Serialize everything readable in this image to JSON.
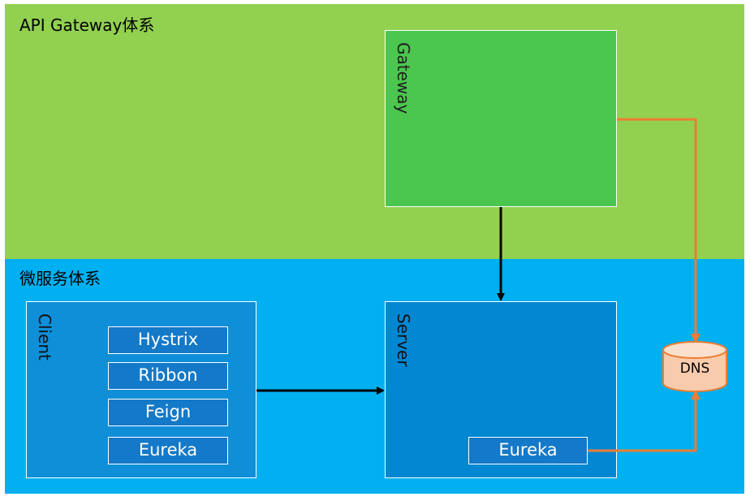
{
  "zones": {
    "gateway": {
      "title": "API Gateway体系",
      "color": "#92d050"
    },
    "microservice": {
      "title": "微服务体系",
      "color": "#00b0f0"
    }
  },
  "nodes": {
    "gateway": {
      "label": "Gateway"
    },
    "client": {
      "label": "Client",
      "components": [
        "Hystrix",
        "Ribbon",
        "Feign",
        "Eureka"
      ]
    },
    "server": {
      "label": "Server",
      "components": [
        "Eureka"
      ]
    },
    "dns": {
      "label": "DNS"
    }
  },
  "colors": {
    "arrow_black": "#000000",
    "arrow_orange": "#ed7d31",
    "dns_fill": "#f8cbad"
  }
}
